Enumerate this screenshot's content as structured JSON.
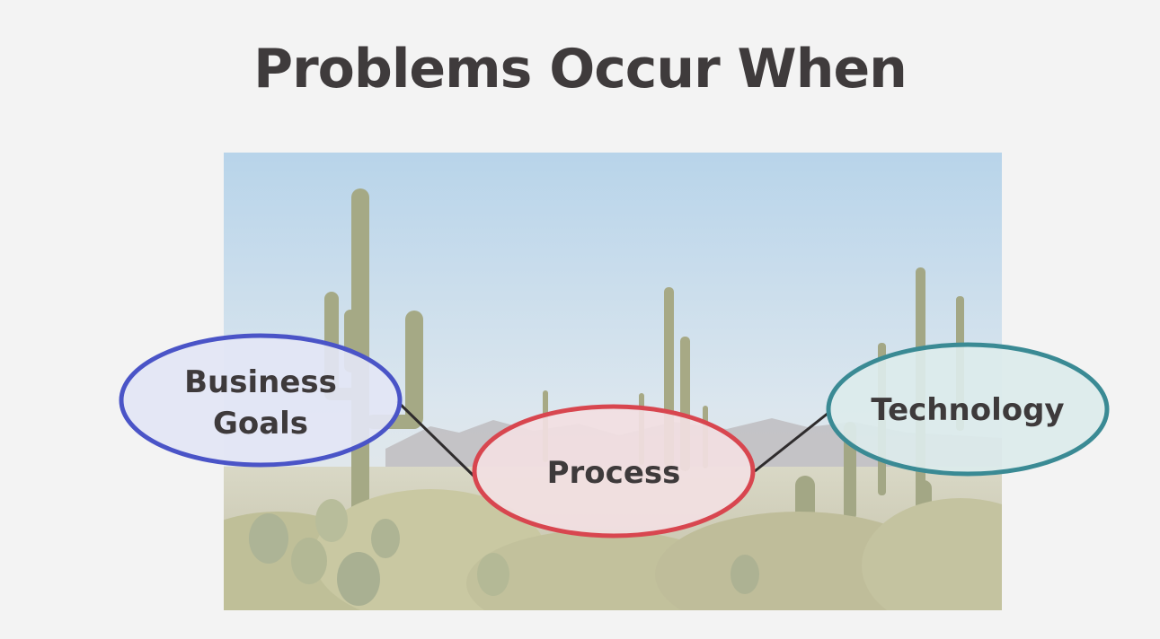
{
  "slide": {
    "title": "Problems Occur When"
  },
  "diagram": {
    "nodes": [
      {
        "id": "business-goals",
        "lines": [
          "Business",
          "Goals"
        ],
        "border_color": "#4a54c7",
        "fill_color": "#e3e6f5"
      },
      {
        "id": "process",
        "lines": [
          "Process"
        ],
        "border_color": "#d8464f",
        "fill_color": "#f2dfe2"
      },
      {
        "id": "technology",
        "lines": [
          "Technology"
        ],
        "border_color": "#3a8a94",
        "fill_color": "#dcebec"
      }
    ],
    "edges": [
      {
        "from": "business-goals",
        "to": "process"
      },
      {
        "from": "process",
        "to": "technology"
      }
    ]
  },
  "background": {
    "sky_top": "#b7d3ea",
    "sky_bottom": "#e9ecec",
    "mountain_color": "#b9b6b8",
    "cactus_color": "#a7ac8c",
    "brush_color": "#c6c7a4"
  }
}
